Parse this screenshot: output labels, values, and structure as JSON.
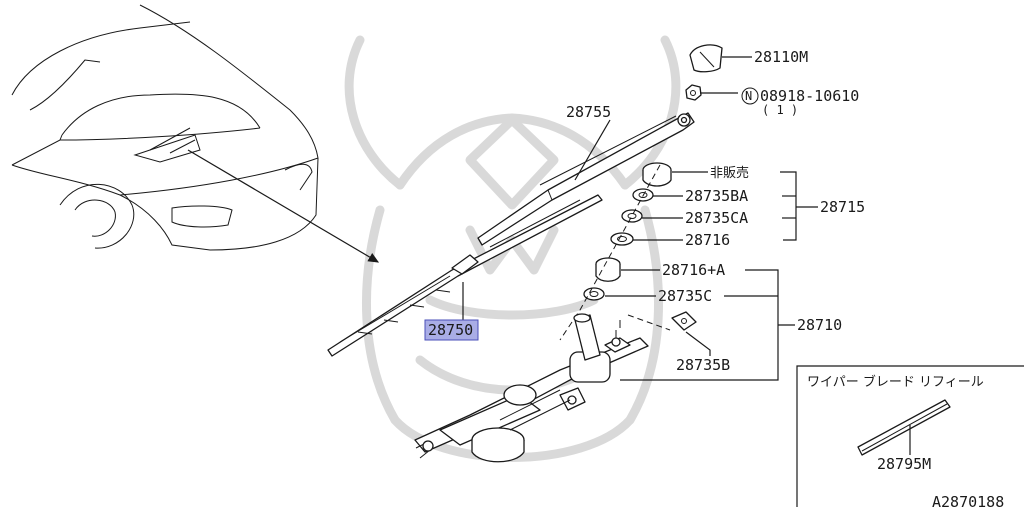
{
  "colors": {
    "line": "#1a1a1a",
    "watermark": "#d9d9d9",
    "highlight_fill": "#a9ade6",
    "highlight_stroke": "#4a4fb8",
    "background": "#ffffff"
  },
  "parts": {
    "p28110M": "28110M",
    "nut_symbol": "N",
    "nut_part": "08918-10610",
    "nut_qty": "( 1 )",
    "p28755": "28755",
    "p_not_sold": "非販売",
    "p28735BA": "28735BA",
    "p28735CA": "28735CA",
    "p28716": "28716",
    "p28715": "28715",
    "p28716A": "28716+A",
    "p28735C": "28735C",
    "p28710": "28710",
    "p28735B": "28735B",
    "p28750": "28750"
  },
  "inset": {
    "title": "ワイパー ブレード リフィール",
    "part": "28795M"
  },
  "diagram_code": "A2870188",
  "icons": {
    "car": "car-hood-outline-icon",
    "watermark": "samurai-helmet-watermark-icon"
  }
}
